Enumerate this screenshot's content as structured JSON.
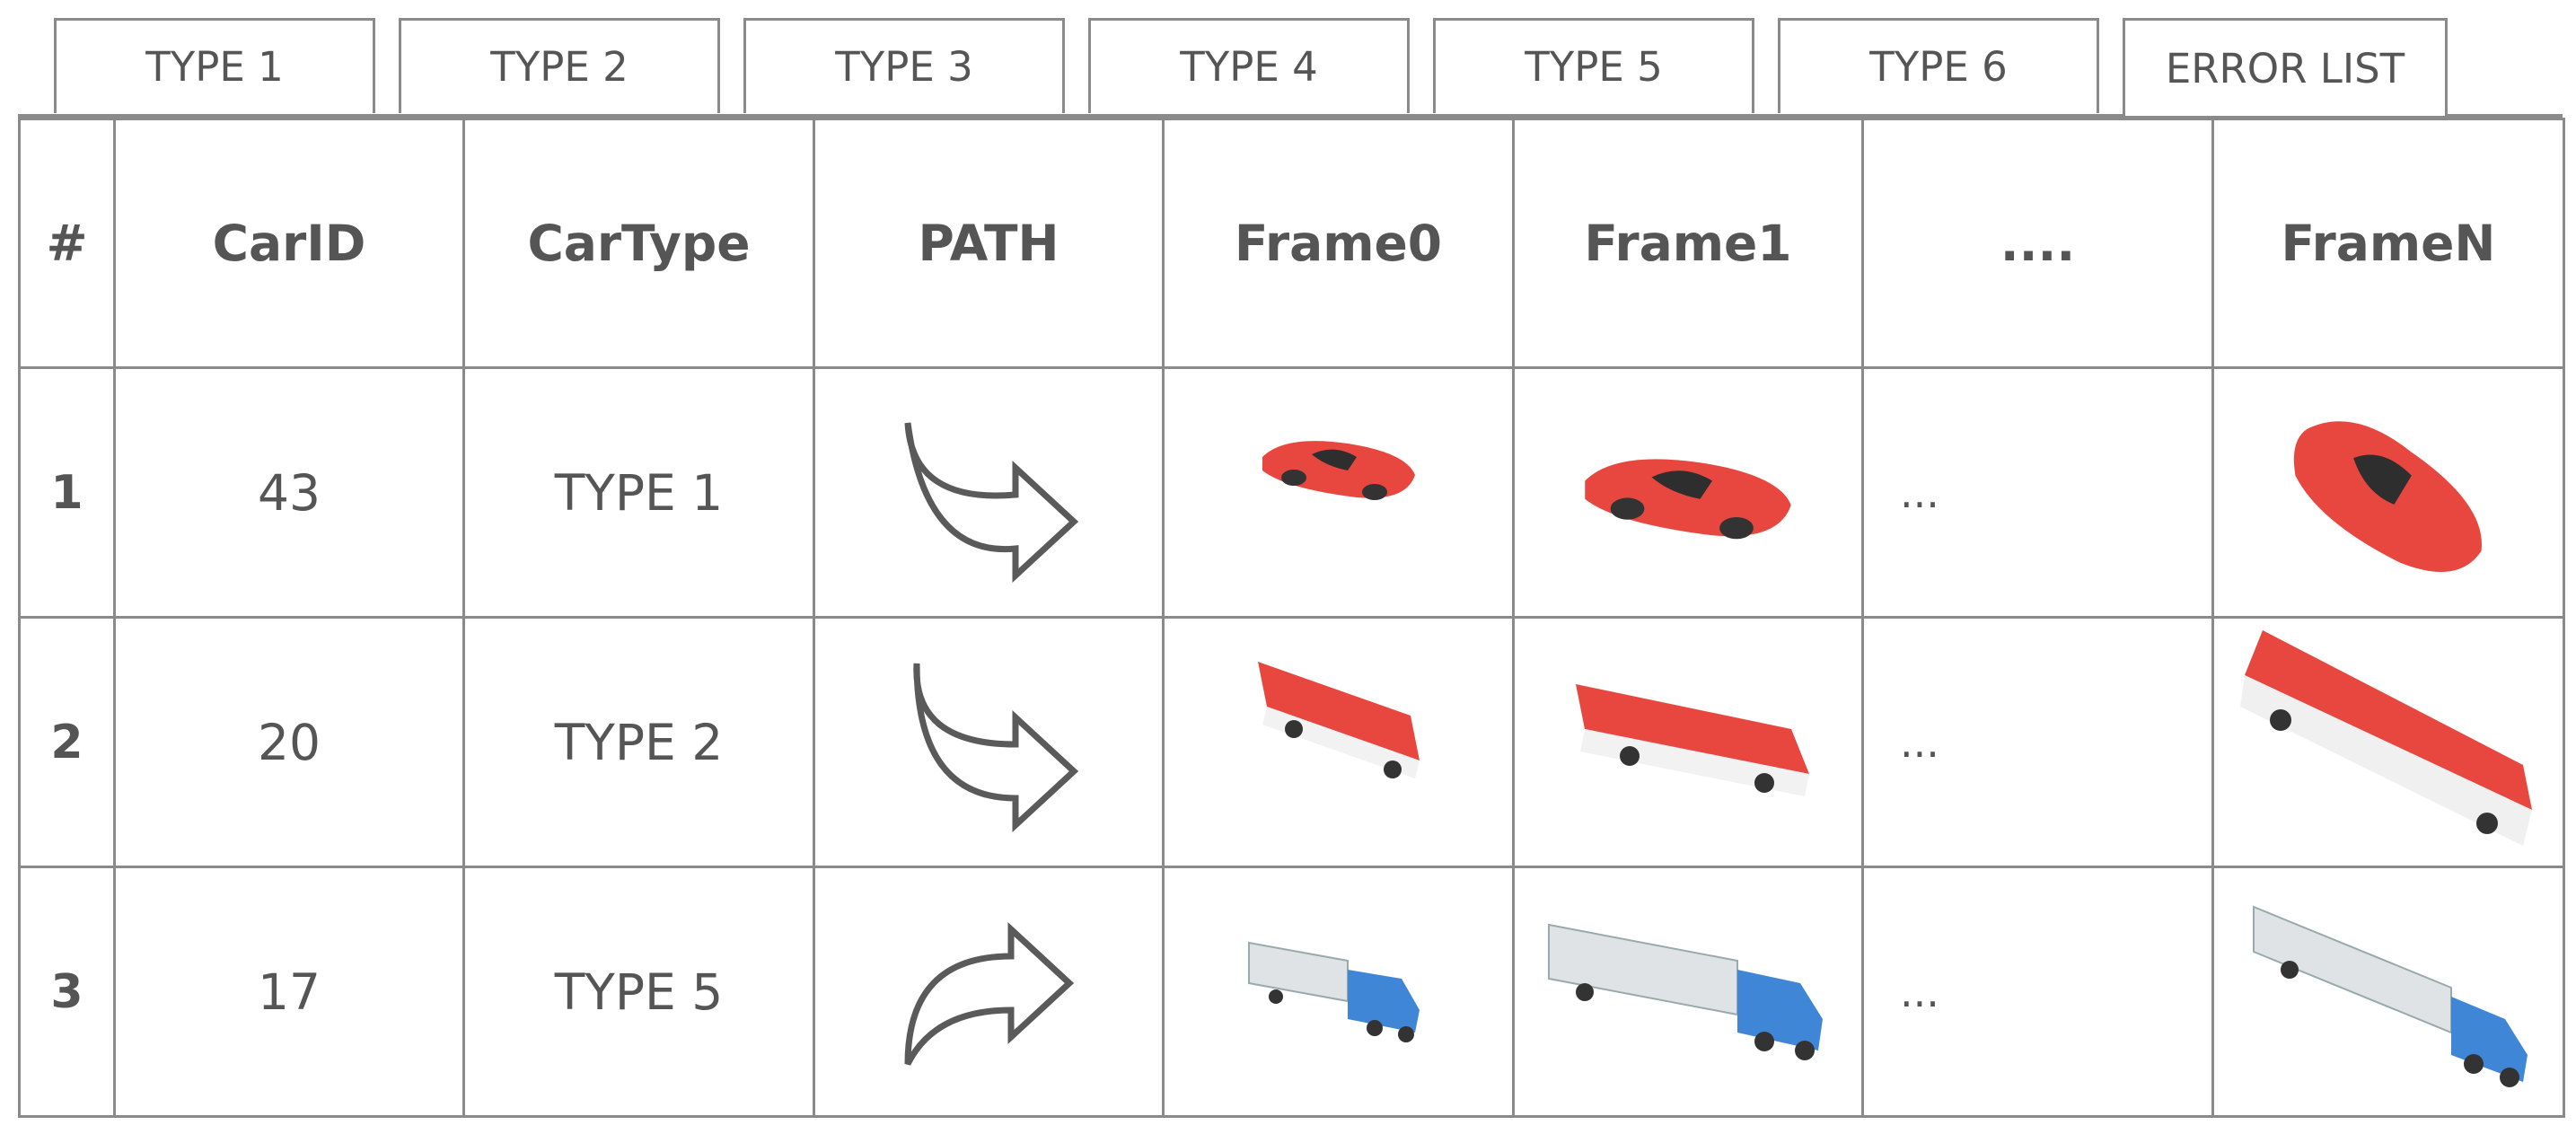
{
  "tabs": [
    {
      "label": "TYPE 1"
    },
    {
      "label": "TYPE 2"
    },
    {
      "label": "TYPE 3"
    },
    {
      "label": "TYPE 4"
    },
    {
      "label": "TYPE 5"
    },
    {
      "label": "TYPE 6"
    },
    {
      "label": "ERROR LIST"
    }
  ],
  "table": {
    "headers": [
      "#",
      "CarID",
      "CarType",
      "PATH",
      "Frame0",
      "Frame1",
      "....",
      "FrameN"
    ],
    "rows": [
      {
        "index": "1",
        "car_id": "43",
        "car_type": "TYPE 1",
        "path": "curve-down-right",
        "vehicle": "red-sports-car",
        "ellipsis": "..."
      },
      {
        "index": "2",
        "car_id": "20",
        "car_type": "TYPE 2",
        "path": "curve-down-right",
        "vehicle": "red-bus",
        "ellipsis": "..."
      },
      {
        "index": "3",
        "car_id": "17",
        "car_type": "TYPE 5",
        "path": "curve-up-right",
        "vehicle": "blue-semi-truck",
        "ellipsis": "..."
      }
    ]
  },
  "colors": {
    "border": "#8a8a8a",
    "text": "#555555",
    "car_red": "#e8473f",
    "truck_blue": "#3f86d6",
    "trailer_grey": "#dfe3e6"
  }
}
